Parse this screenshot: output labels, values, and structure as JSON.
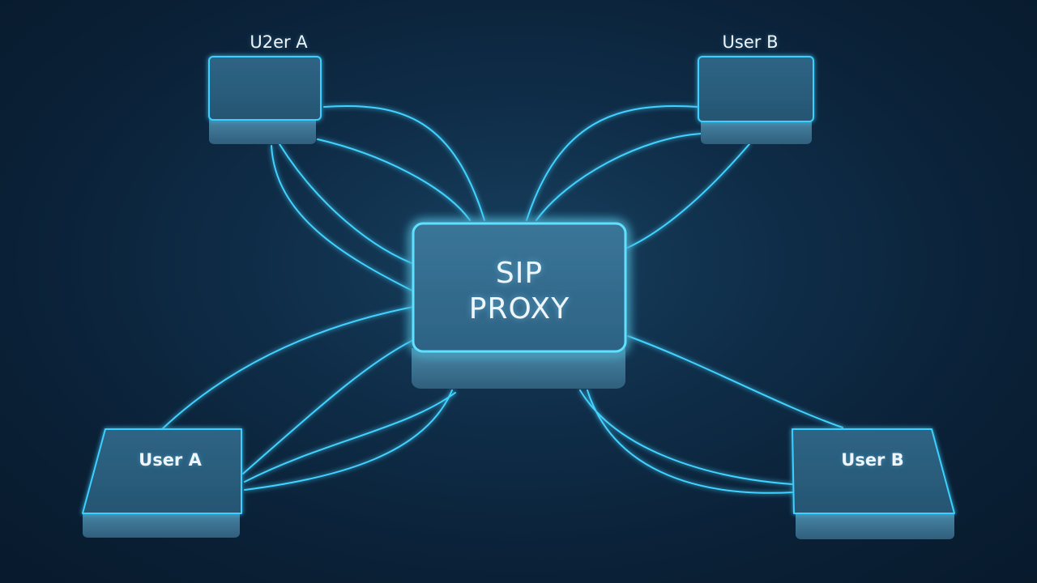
{
  "diagram": {
    "proxy": {
      "line1": "SIP",
      "line2": "PROXY"
    },
    "nodes": {
      "top_left": "U2er A",
      "top_right": "User B",
      "bottom_left": "User A",
      "bottom_right": "User B"
    }
  },
  "colors": {
    "background": "#0b2239",
    "box_face": "#2c5f80",
    "box_side": "#3d7391",
    "glow": "#38d4ff",
    "text": "#eef6fb"
  }
}
